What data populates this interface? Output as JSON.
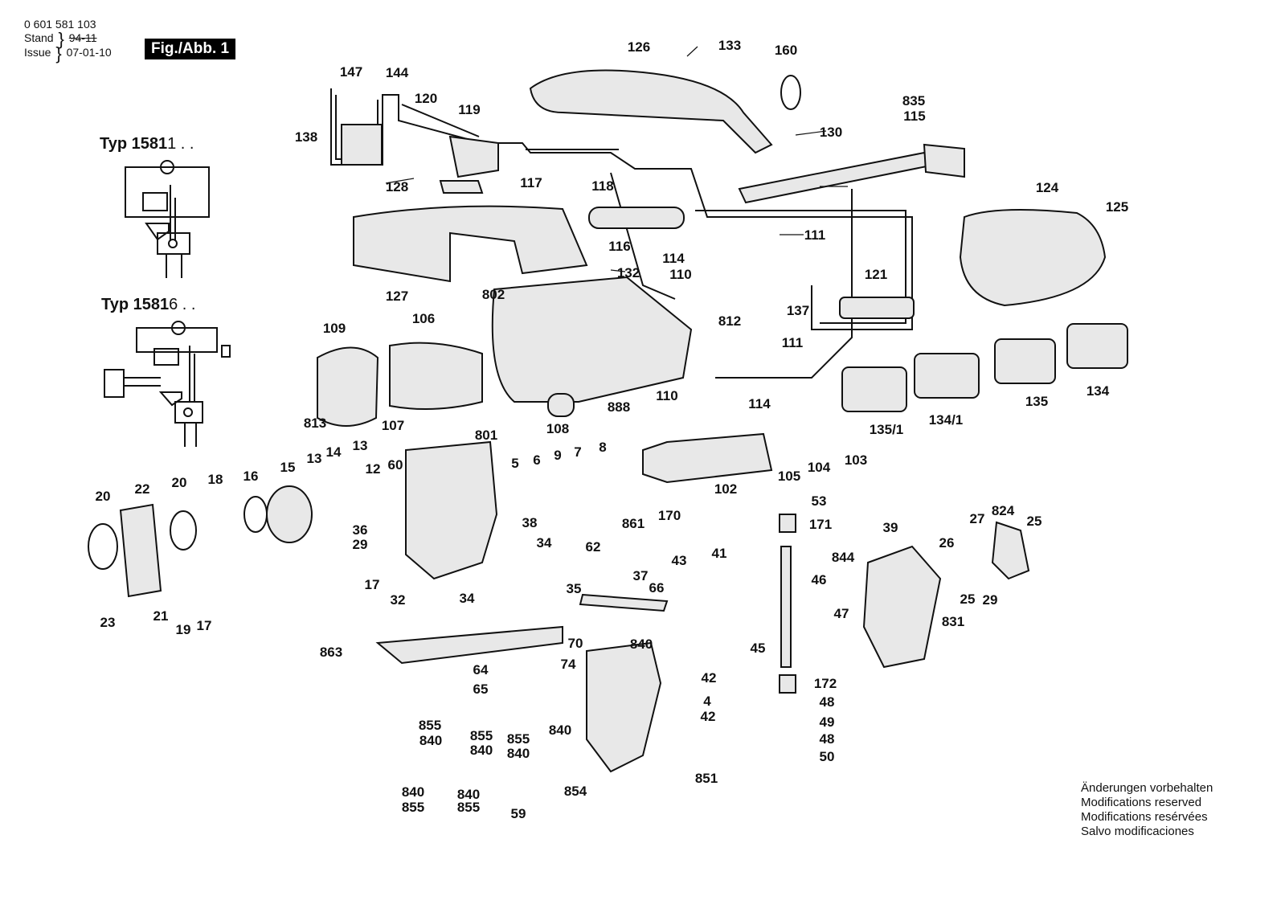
{
  "header": {
    "doc_number": "0 601 581 103",
    "stand_label": "Stand",
    "issue_label": "Issue",
    "old_date": "94-11",
    "date": "07-01-10"
  },
  "figure_label": "Fig./Abb. 1",
  "types": [
    {
      "prefix": "Typ 1581",
      "suffix": "1 . ."
    },
    {
      "prefix": "Typ 1581",
      "suffix": "6 . ."
    }
  ],
  "footer_notes": [
    "Änderungen vorbehalten",
    "Modifications reserved",
    "Modifications resérvées",
    "Salvo modificaciones"
  ],
  "part_numbers": [
    "126",
    "133",
    "160",
    "147",
    "144",
    "120",
    "119",
    "138",
    "835",
    "115",
    "130",
    "128",
    "117",
    "118",
    "124",
    "125",
    "116",
    "114",
    "111",
    "132",
    "110",
    "127",
    "802",
    "121",
    "812",
    "137",
    "109",
    "106",
    "111",
    "110",
    "114",
    "888",
    "107",
    "108",
    "813",
    "801",
    "13",
    "14",
    "13",
    "12",
    "60",
    "5",
    "6",
    "9",
    "7",
    "8",
    "170",
    "102",
    "105",
    "104",
    "103",
    "135/1",
    "134/1",
    "135",
    "134",
    "20",
    "22",
    "20",
    "18",
    "16",
    "15",
    "53",
    "171",
    "36",
    "29",
    "38",
    "34",
    "62",
    "861",
    "43",
    "41",
    "39",
    "27",
    "824",
    "25",
    "26",
    "844",
    "46",
    "17",
    "32",
    "37",
    "66",
    "23",
    "21",
    "19",
    "17",
    "34",
    "35",
    "45",
    "47",
    "25",
    "29",
    "831",
    "863",
    "70",
    "840",
    "64",
    "65",
    "74",
    "42",
    "4",
    "42",
    "172",
    "48",
    "49",
    "48",
    "50",
    "855",
    "840",
    "855",
    "840",
    "855",
    "840",
    "840",
    "851",
    "840",
    "855",
    "840",
    "855",
    "854",
    "59"
  ]
}
